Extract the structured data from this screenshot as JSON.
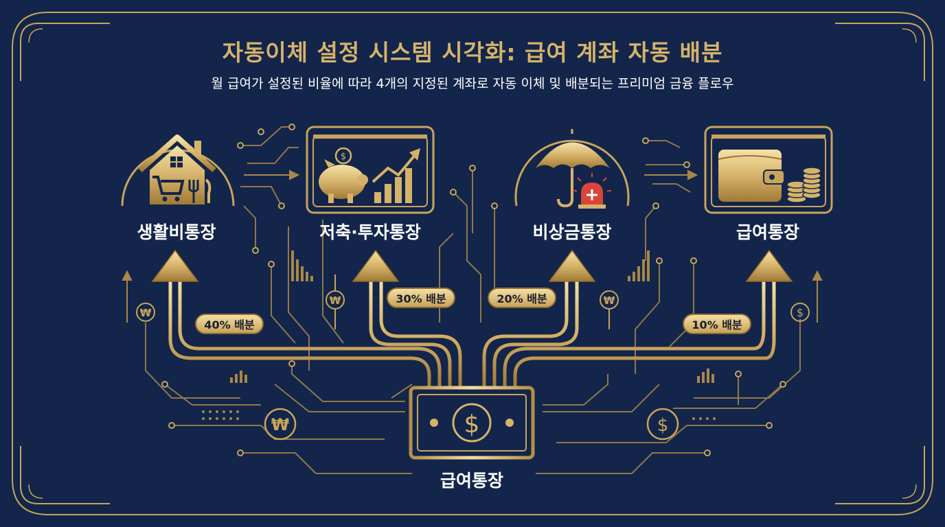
{
  "title": "자동이체 설정 시스템 시각화: 급여 계좌 자동 배분",
  "subtitle": "월 급여가 설정된 비율에 따라 4개의 지정된 계좌로 자동 이체 및 배분되는 프리미엄 금융 플로우",
  "source": {
    "label": "급여통장",
    "icon": "dollar-bill-icon"
  },
  "accounts": [
    {
      "label": "생활비통장",
      "share": "40% 배분",
      "percent": 40,
      "icon": "house-cart-utensils-icon"
    },
    {
      "label": "저축·투자통장",
      "share": "30% 배분",
      "percent": 30,
      "icon": "piggy-bank-growth-chart-icon"
    },
    {
      "label": "비상금통장",
      "share": "20% 배분",
      "percent": 20,
      "icon": "umbrella-siren-icon"
    },
    {
      "label": "급여통장",
      "share": "10% 배분",
      "percent": 10,
      "icon": "wallet-coins-icon"
    }
  ],
  "colors": {
    "background": "#13254a",
    "gold": "#d6b36a",
    "gold_light": "#f3dea4",
    "gold_dark": "#9a7432",
    "text": "#ffffff",
    "alert_red": "#d9453a"
  }
}
